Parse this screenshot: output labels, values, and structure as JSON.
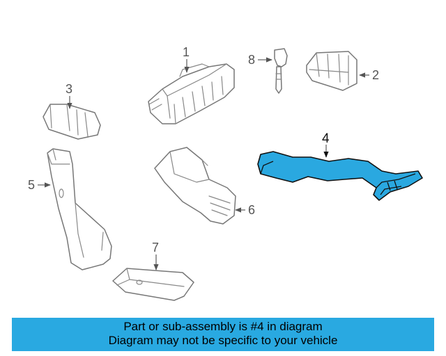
{
  "highlighted_part": "4",
  "callouts": [
    "1",
    "2",
    "3",
    "4",
    "5",
    "6",
    "7",
    "8"
  ],
  "banner": {
    "line1": "Part or sub-assembly is #4 in diagram",
    "line2": "Diagram may not be specific to your vehicle"
  },
  "colors": {
    "highlight": "#2aa8e0",
    "banner": "#29a9e1"
  }
}
